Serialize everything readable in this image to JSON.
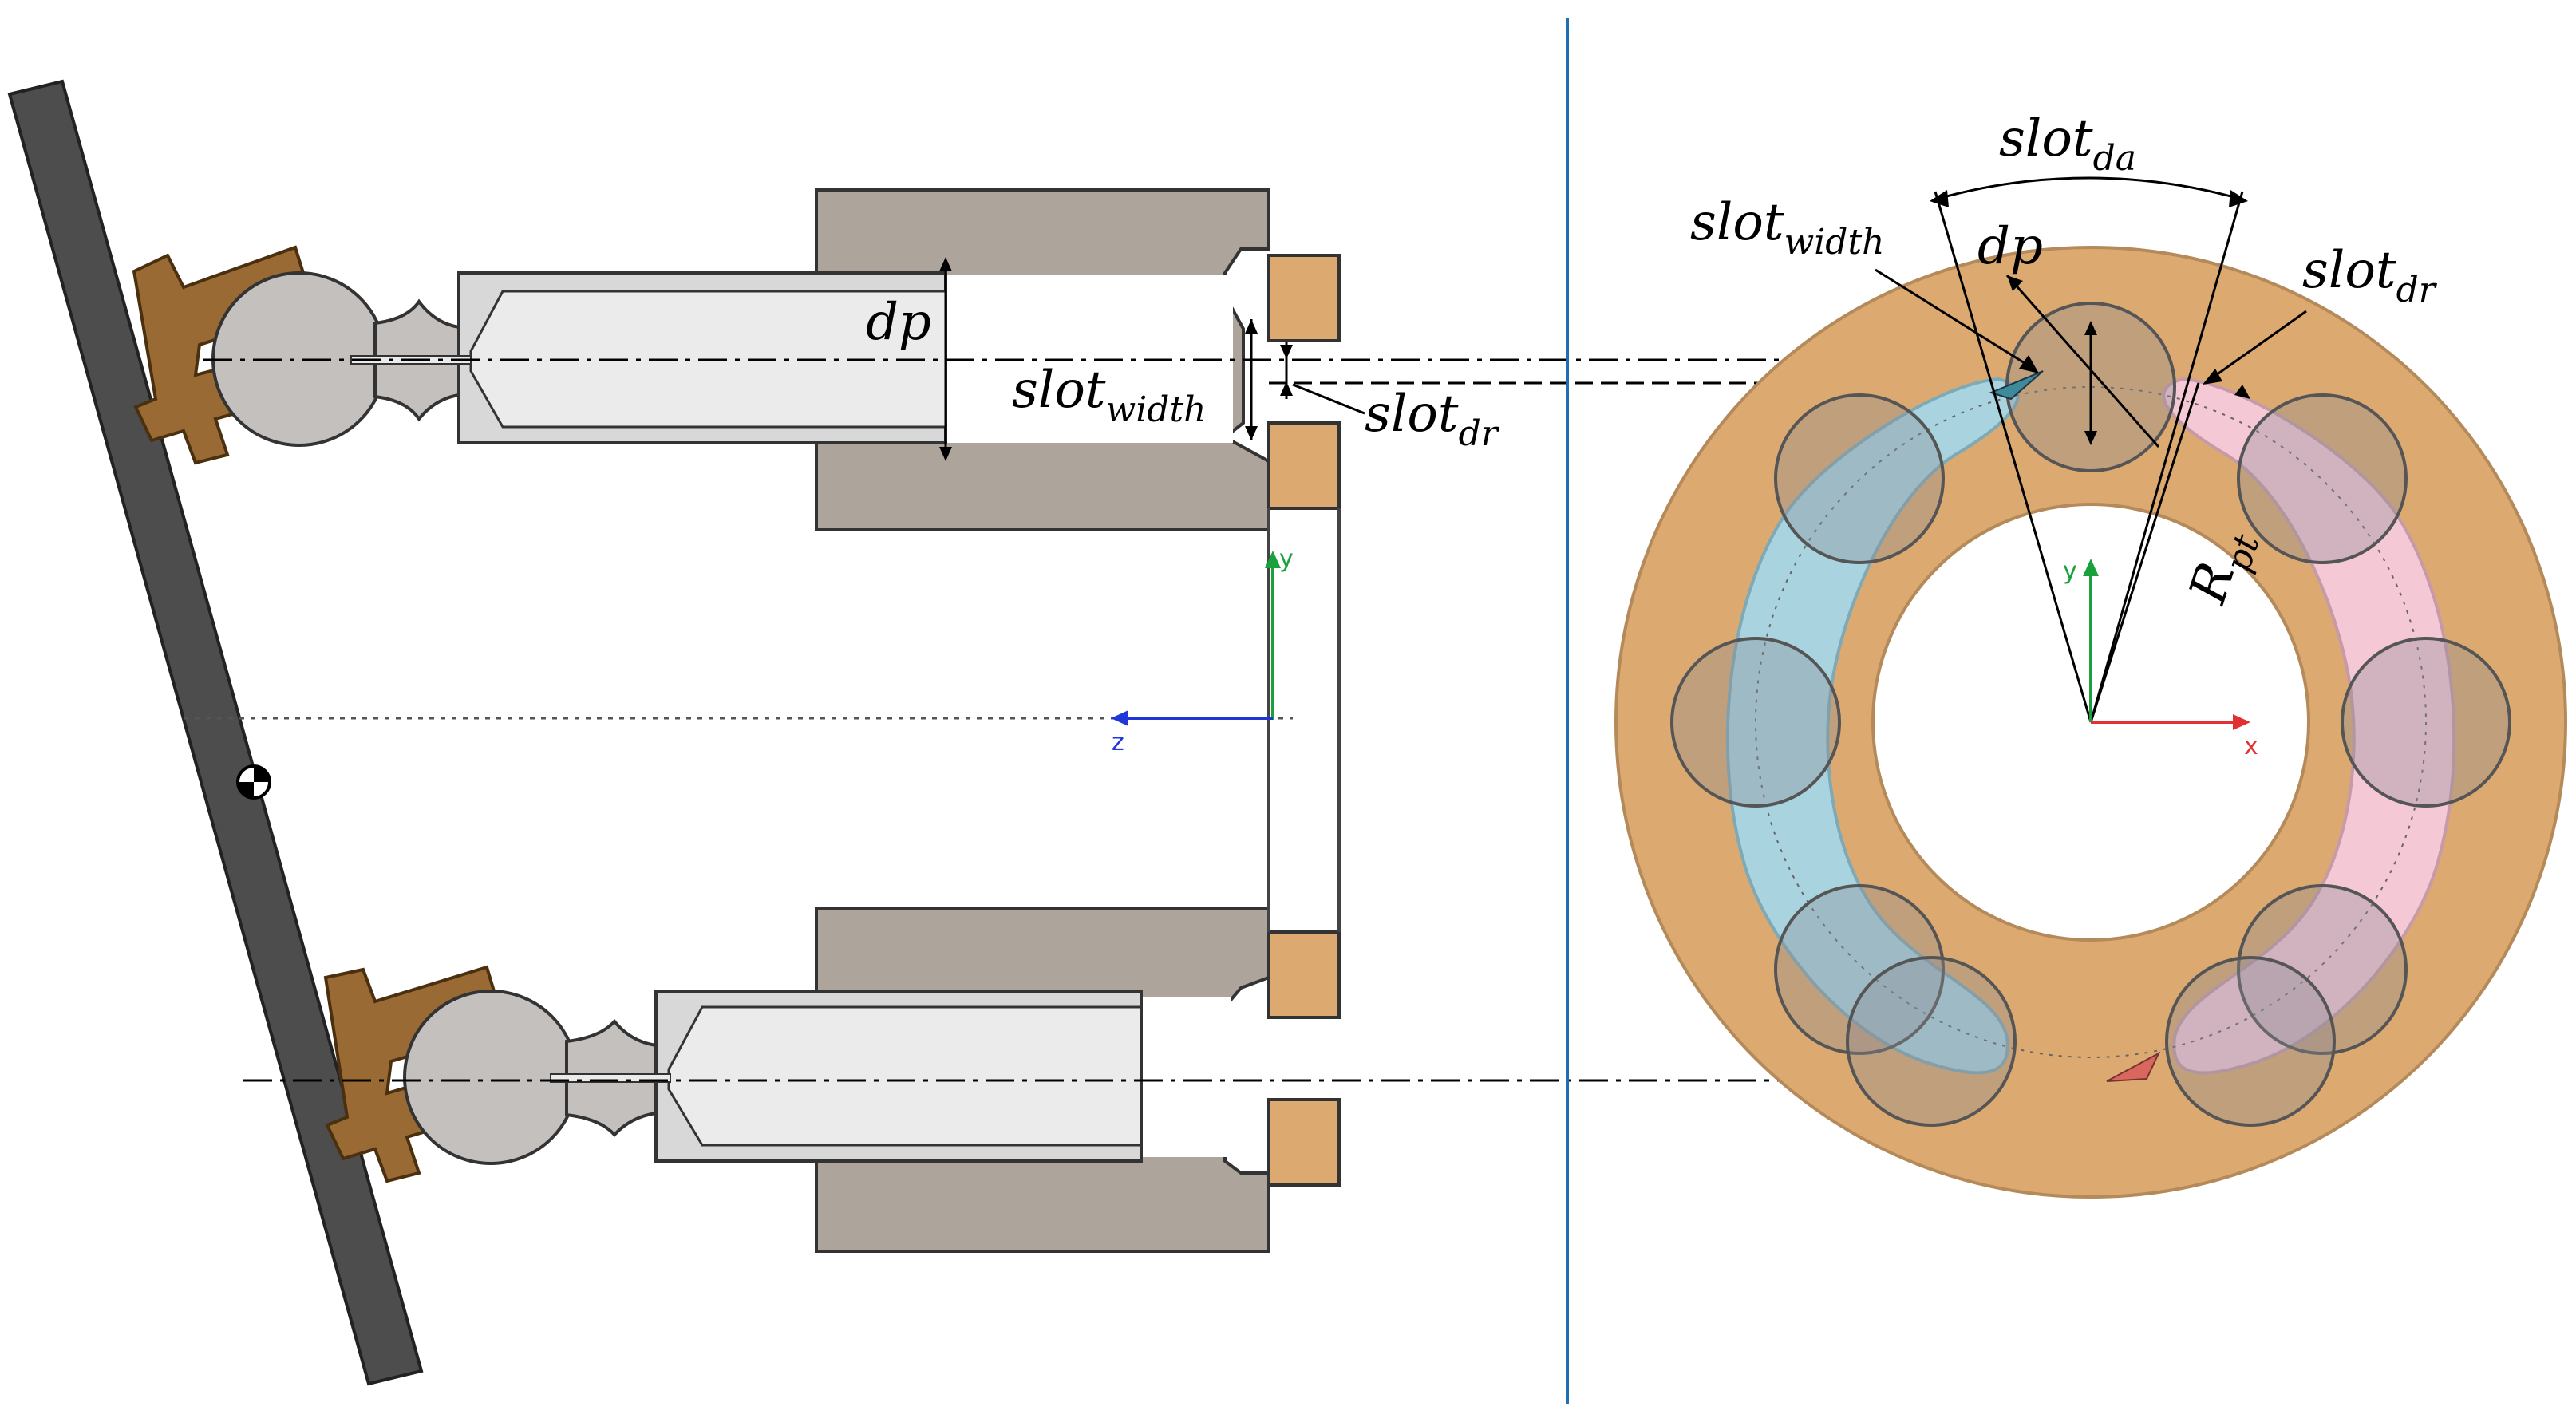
{
  "labels": {
    "dp_left": "dp",
    "slot_width_left": {
      "base": "slot",
      "sub": "width"
    },
    "slot_dr_left": {
      "base": "slot",
      "sub": "dr"
    },
    "slot_da": {
      "base": "slot",
      "sub": "da"
    },
    "slot_width_right": {
      "base": "slot",
      "sub": "width"
    },
    "dp_right": "dp",
    "slot_dr_right": {
      "base": "slot",
      "sub": "dr"
    },
    "r_pt": {
      "base": "R",
      "sub": "pt"
    }
  },
  "axes_left": {
    "y": "y",
    "z": "z"
  },
  "axes_right": {
    "y": "y",
    "x": "x"
  },
  "colors": {
    "housing": "#ada49b",
    "piston": "#d8d8d8",
    "piston_bore": "#ebebeb",
    "slipper": "#9a6a34",
    "ball": "#c4c0bd",
    "swash": "#4d4d4d",
    "valve_plate": "#dcaa70",
    "port_blue": "#a8d3df",
    "port_pink": "#f5c8d6",
    "divider": "#1f6fb5",
    "axis_y": "#1aa13d",
    "axis_z": "#2036d8",
    "axis_x": "#e33030"
  }
}
